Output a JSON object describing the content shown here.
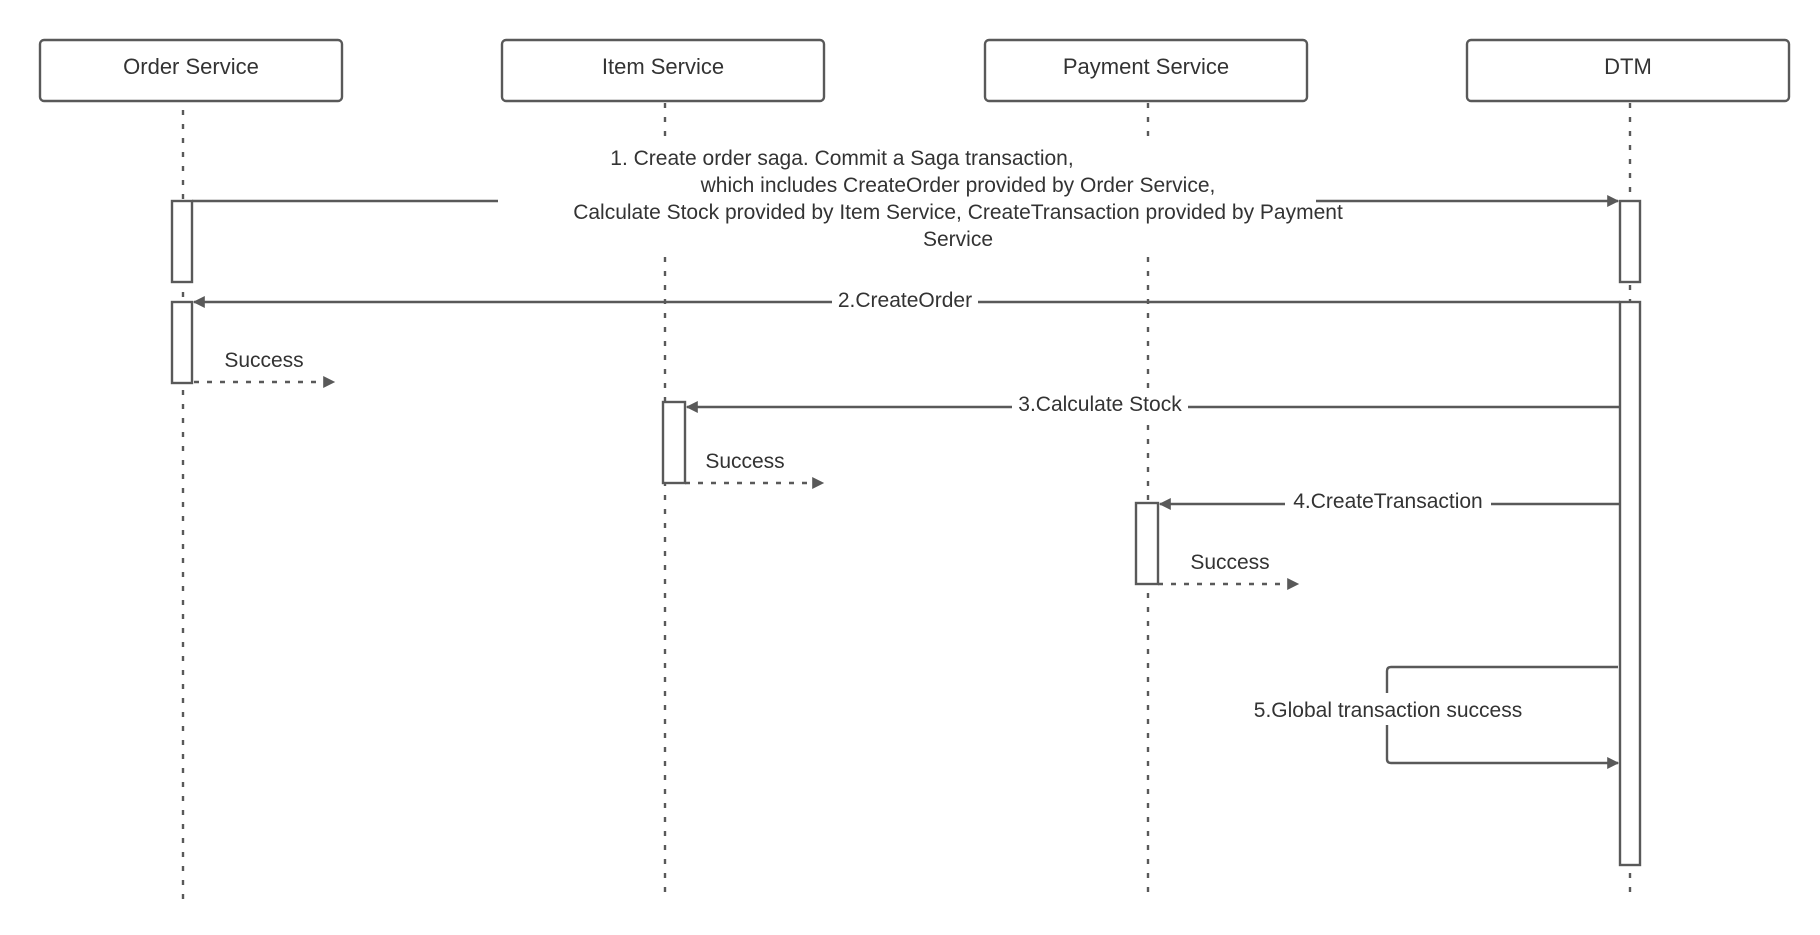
{
  "participants": [
    {
      "id": "order",
      "label": "Order Service"
    },
    {
      "id": "item",
      "label": "Item Service"
    },
    {
      "id": "payment",
      "label": "Payment Service"
    },
    {
      "id": "dtm",
      "label": "DTM"
    }
  ],
  "messages": [
    {
      "id": "m1",
      "lines": [
        "1. Create order saga. Commit a Saga transaction,",
        "which includes CreateOrder provided by Order Service,",
        "Calculate Stock provided by Item Service, CreateTransaction provided by Payment",
        "Service"
      ]
    },
    {
      "id": "m2",
      "label": "2.CreateOrder"
    },
    {
      "id": "r2",
      "label": "Success"
    },
    {
      "id": "m3",
      "label": "3.Calculate Stock"
    },
    {
      "id": "r3",
      "label": "Success"
    },
    {
      "id": "m4",
      "label": "4.CreateTransaction"
    },
    {
      "id": "r4",
      "label": "Success"
    },
    {
      "id": "m5",
      "label": "5.Global transaction success"
    }
  ],
  "colors": {
    "line": "#595959",
    "text": "#333333",
    "background": "#ffffff"
  }
}
